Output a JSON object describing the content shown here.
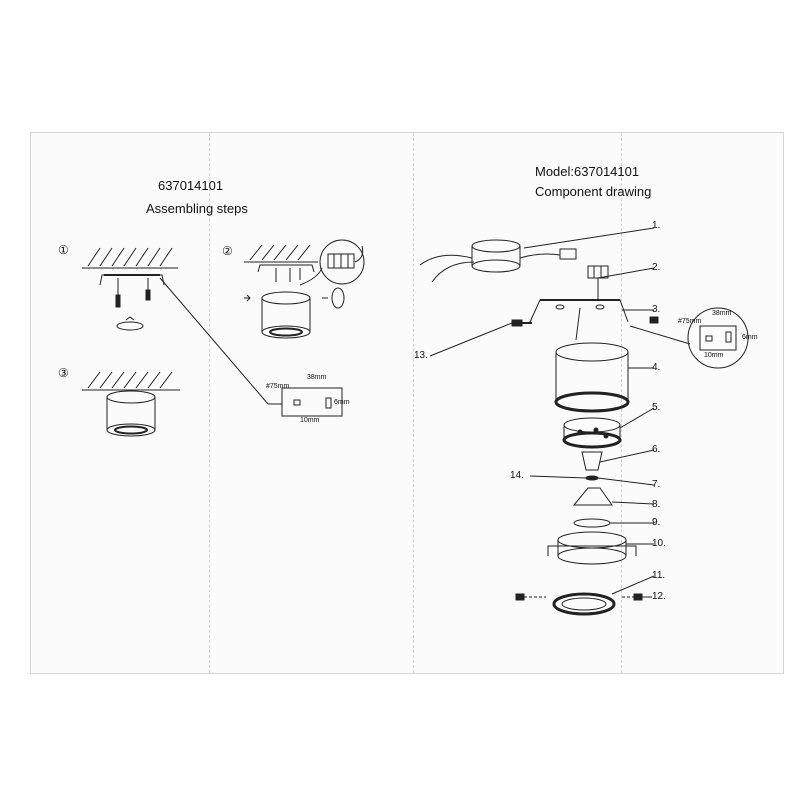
{
  "left_panel": {
    "model_code": "637014101",
    "heading": "Assembling  steps",
    "steps": [
      {
        "number": "①"
      },
      {
        "number": "②"
      },
      {
        "number": "③"
      }
    ],
    "detail_dims": {
      "diameter": "#75mm",
      "top_width": "38mm",
      "side": "6mm",
      "bottom": "10mm"
    }
  },
  "right_panel": {
    "model_line": "Model:637014101",
    "heading": "Component  drawing",
    "callouts": [
      "1.",
      "2.",
      "3.",
      "4.",
      "5.",
      "6.",
      "7.",
      "8.",
      "9.",
      "10.",
      "11.",
      "12.",
      "13.",
      "14."
    ],
    "detail_dims": {
      "diameter": "#75mm",
      "top_width": "38mm",
      "side": "6mm",
      "bottom": "10mm"
    }
  },
  "colors": {
    "line": "#222222",
    "hatch": "#333333",
    "paper": "#fbfbfb"
  }
}
